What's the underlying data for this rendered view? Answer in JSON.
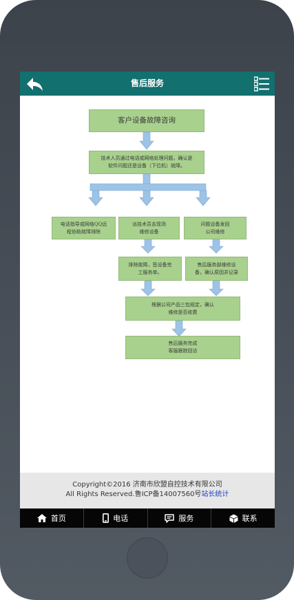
{
  "header": {
    "title": "售后服务",
    "back_icon": "back-arrow-icon",
    "menu_icon": "list-menu-icon"
  },
  "flowchart": {
    "step1": "客户设备故障咨询",
    "step2_line1": "技术人员通过电话或网络处理问题，确认是",
    "step2_line2": "软件问题还是设备（下位机）故障。",
    "left_line1": "电话指导或网络QQ远",
    "left_line2": "程协助故障排除",
    "mid_line1": "派技术员去现场",
    "mid_line2": "维修设备",
    "right_line1": "问题设备发回",
    "right_line2": "公司维修",
    "mid2_line1": "排除故障，签设备完",
    "mid2_line2": "工服务单。",
    "right2_line1": "售后服务部维修设",
    "right2_line2": "备，确认原因并记录",
    "fee_line1": "根据公司产品三包规定，确认",
    "fee_line2": "维修是否收费",
    "done_line1": "售后服务完成",
    "done_line2": "客服跟踪回访",
    "box_color": "#a9d18e",
    "arrow_color": "#9dc3e6"
  },
  "footer": {
    "copyright": "Copyright©2016 济南市欣盟自控技术有限公司",
    "rights": "All Rights Reserved.鲁ICP备14007560号",
    "stat_link": "站长统计"
  },
  "nav": {
    "home": "首页",
    "phone": "电话",
    "service": "服务",
    "contact": "联系"
  },
  "colors": {
    "header_bg": "#12706f",
    "nav_bg": "#060606"
  }
}
